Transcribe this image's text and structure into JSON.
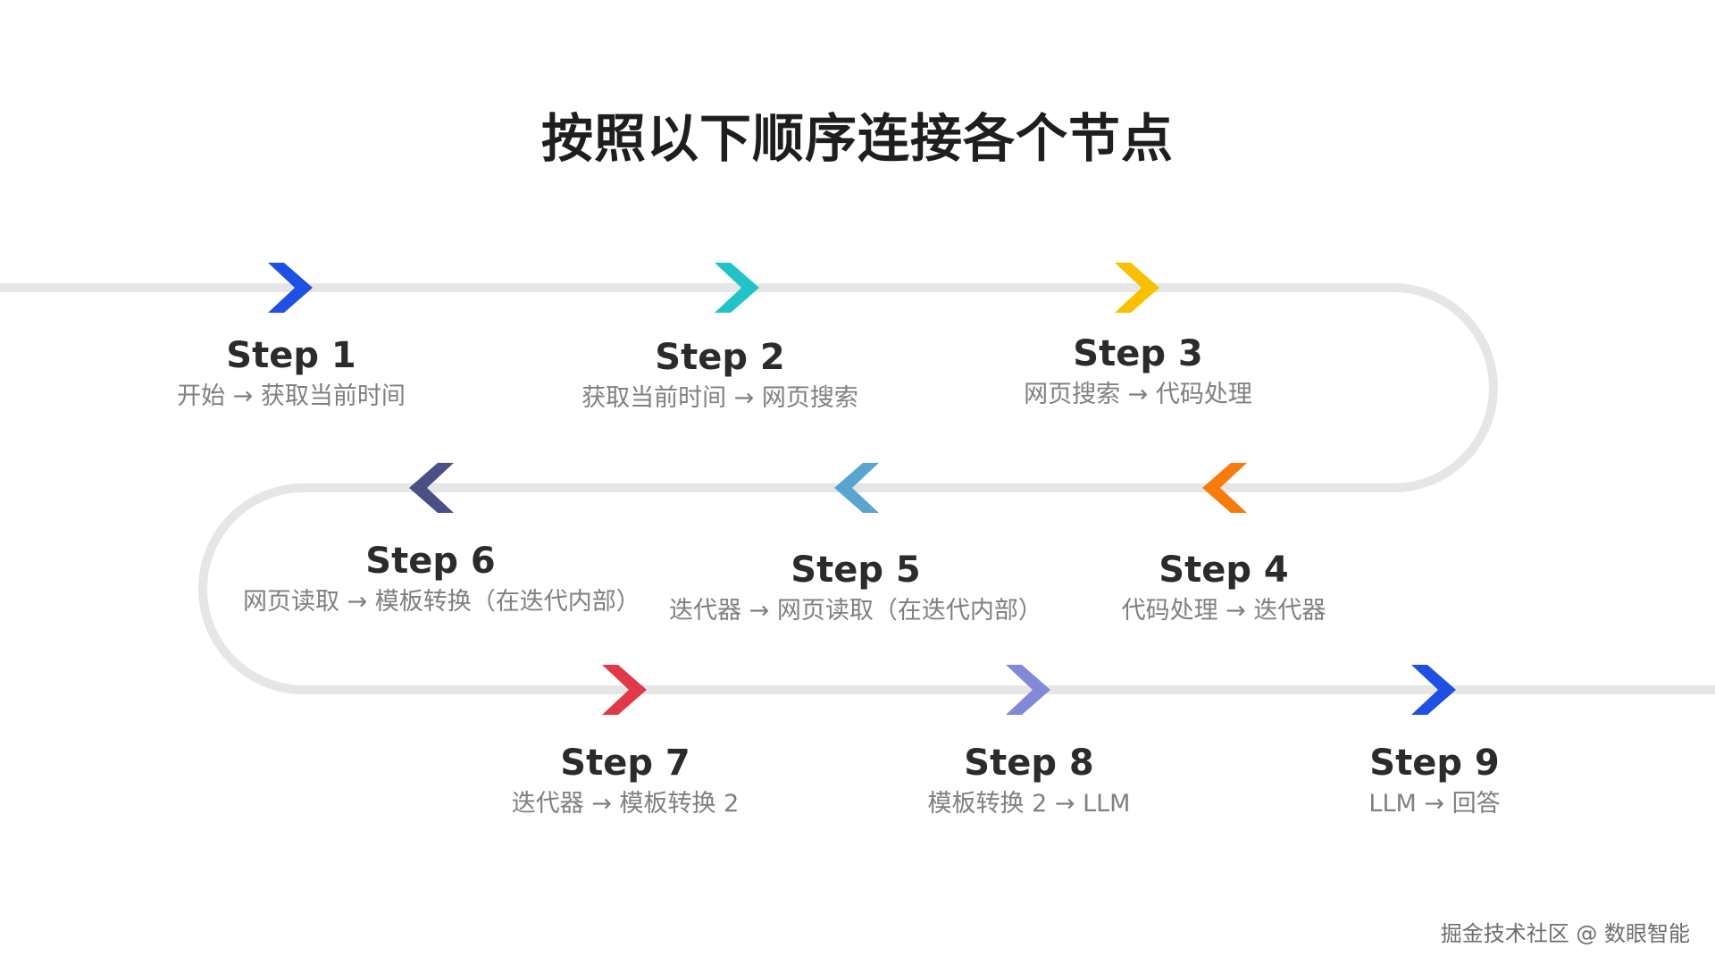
{
  "title": "按照以下顺序连接各个节点",
  "watermark": "掘金技术社区 @ 数眼智能",
  "steps": [
    {
      "label": "Step 1",
      "desc": "开始 → 获取当前时间",
      "color": "#1f4fe3",
      "direction": "right"
    },
    {
      "label": "Step 2",
      "desc": "获取当前时间 → 网页搜索",
      "color": "#22c3c6",
      "direction": "right"
    },
    {
      "label": "Step 3",
      "desc": "网页搜索 → 代码处理",
      "color": "#f7c000",
      "direction": "right"
    },
    {
      "label": "Step 4",
      "desc": "代码处理 → 迭代器",
      "color": "#f77b0d",
      "direction": "left"
    },
    {
      "label": "Step 5",
      "desc": "迭代器 → 网页读取（在迭代内部）",
      "color": "#5aa5cf",
      "direction": "left"
    },
    {
      "label": "Step 6",
      "desc": "网页读取 → 模板转换（在迭代内部）",
      "color": "#4b4f85",
      "direction": "left"
    },
    {
      "label": "Step 7",
      "desc": "迭代器 → 模板转换 2",
      "color": "#e03a4a",
      "direction": "right"
    },
    {
      "label": "Step 8",
      "desc": "模板转换 2 → LLM",
      "color": "#8289d6",
      "direction": "right"
    },
    {
      "label": "Step 9",
      "desc": "LLM → 回答",
      "color": "#1f4fe3",
      "direction": "right"
    }
  ],
  "track_color": "#e6e6e6"
}
